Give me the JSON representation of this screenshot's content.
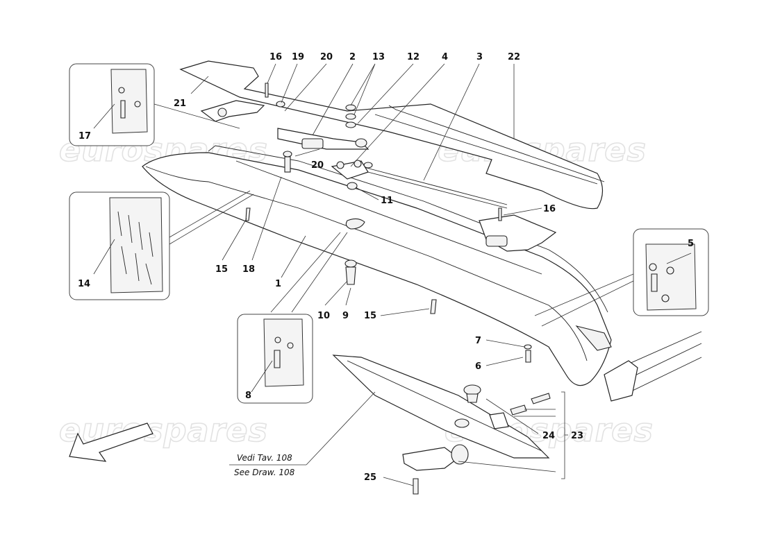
{
  "watermarks": [
    "eurospares",
    "eurospares",
    "eurospares",
    "eurospares"
  ],
  "callouts": {
    "n1": "1",
    "n2": "2",
    "n3": "3",
    "n4": "4",
    "n5": "5",
    "n6": "6",
    "n7": "7",
    "n8": "8",
    "n9": "9",
    "n10": "10",
    "n11": "11",
    "n12": "12",
    "n13": "13",
    "n14": "14",
    "n15a": "15",
    "n15b": "15",
    "n16a": "16",
    "n16b": "16",
    "n17": "17",
    "n18": "18",
    "n19": "19",
    "n20a": "20",
    "n20b": "20",
    "n21": "21",
    "n22": "22",
    "n23": "23",
    "n24": "24",
    "n25": "25"
  },
  "reference_note": {
    "line1": "Vedi Tav. 108",
    "line2": "See Draw. 108"
  },
  "direction_arrow": "arrow-icon"
}
